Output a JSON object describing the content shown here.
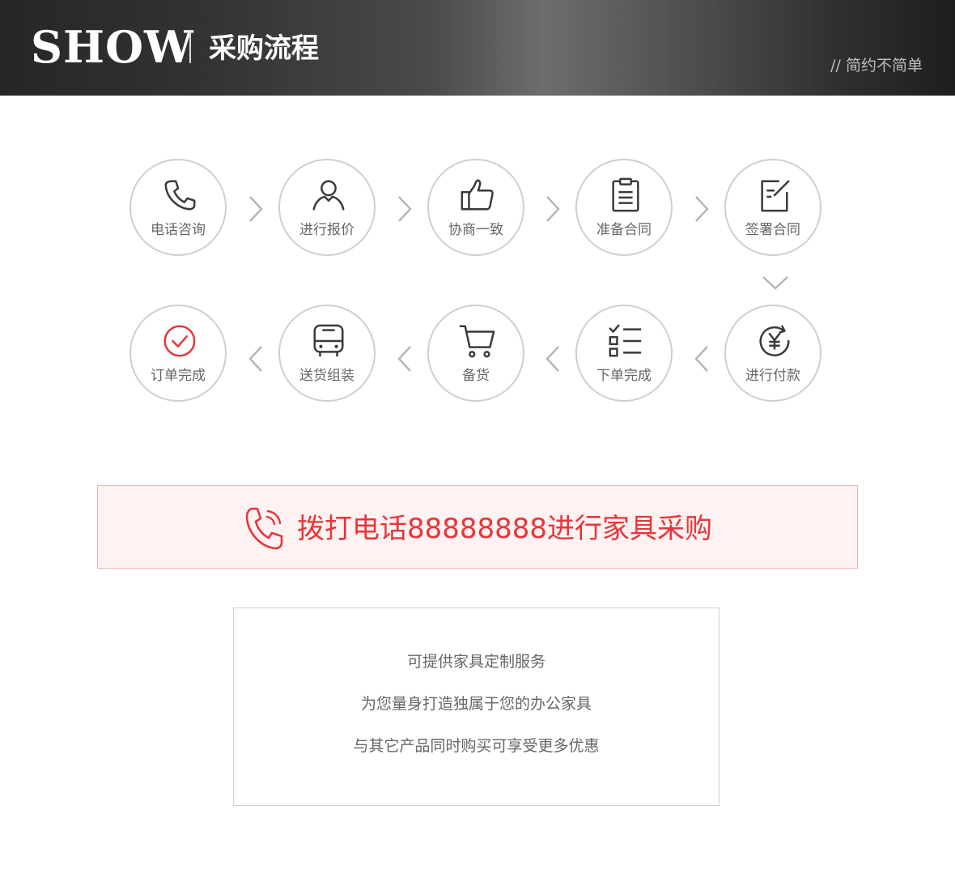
{
  "header": {
    "brand": "SHOW",
    "title": "采购流程",
    "slogan": "// 简约不简单"
  },
  "steps": [
    {
      "label": "电话咨询",
      "icon": "phone-icon"
    },
    {
      "label": "进行报价",
      "icon": "user-icon"
    },
    {
      "label": "协商一致",
      "icon": "thumbs-up-icon"
    },
    {
      "label": "准备合同",
      "icon": "clipboard-icon"
    },
    {
      "label": "签署合同",
      "icon": "edit-icon"
    },
    {
      "label": "进行付款",
      "icon": "yen-icon"
    },
    {
      "label": "下单完成",
      "icon": "checklist-icon"
    },
    {
      "label": "备货",
      "icon": "cart-icon"
    },
    {
      "label": "送货组装",
      "icon": "bus-icon"
    },
    {
      "label": "订单完成",
      "icon": "check-circle-icon"
    }
  ],
  "cta": {
    "text": "拨打电话88888888进行家具采购",
    "icon": "phone-ringing-icon"
  },
  "info": {
    "lines": [
      "可提供家具定制服务",
      "为您量身打造独属于您的办公家具",
      "与其它产品同时购买可享受更多优惠"
    ]
  },
  "colors": {
    "accent": "#e8353a",
    "icon": "#3a3a3a",
    "circle_border": "#cfcfcf",
    "cta_background": "#fef2f2",
    "cta_border": "#f1b2b2",
    "text_gray": "#666666"
  }
}
